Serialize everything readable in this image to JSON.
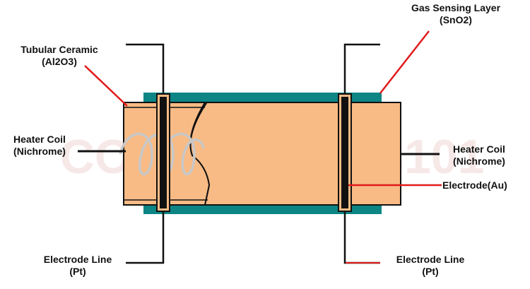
{
  "labels": {
    "gas_sensing_layer": {
      "line1": "Gas Sensing Layer",
      "line2": "(SnO2)"
    },
    "tubular_ceramic": {
      "line1": "Tubular Ceramic",
      "line2": "(Al2O3)"
    },
    "heater_coil_left": {
      "line1": "Heater Coil",
      "line2": "(Nichrome)"
    },
    "heater_coil_right": {
      "line1": "Heater Coil",
      "line2": "(Nichrome)"
    },
    "electrode_au": {
      "line1": "Electrode(Au)"
    },
    "electrode_line_left": {
      "line1": "Electrode Line",
      "line2": "(Pt)"
    },
    "electrode_line_right": {
      "line1": "Electrode Line",
      "line2": "(Pt)"
    }
  },
  "watermark": {
    "text": "COMPONENTS101"
  },
  "colors": {
    "ceramic": "#f8bb85",
    "sensing_layer": "#0d8585",
    "electrode": "#111111",
    "leader_red": "#e01b1b",
    "leader_black": "#111111",
    "coil": "#c8c8c8"
  }
}
